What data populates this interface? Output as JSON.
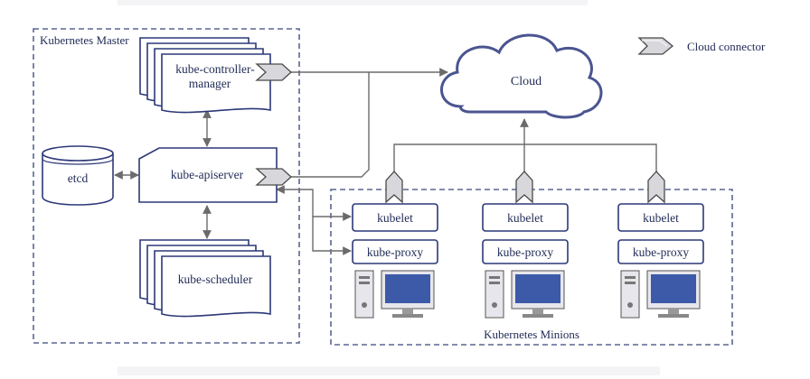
{
  "colors": {
    "ink": "#1f2a55",
    "dash": "#5a6690",
    "line": "#6b6b6b",
    "cloud_fill": "#ffffff",
    "cloud_stroke": "#4a5590",
    "monitor_screen": "#3c5aa8",
    "monitor_frame": "#e6e6ec"
  },
  "regions": {
    "master_label": "Kubernetes Master",
    "minions_label": "Kubernetes Minions"
  },
  "legend": {
    "connector_label": "Cloud connector",
    "icon": "cloud-connector-icon"
  },
  "components": {
    "controller_manager_line1": "kube-controller-",
    "controller_manager_line2": "manager",
    "apiserver": "kube-apiserver",
    "scheduler": "kube-scheduler",
    "etcd": "etcd",
    "cloud": "Cloud"
  },
  "minions": [
    {
      "kubelet": "kubelet",
      "proxy": "kube-proxy",
      "icon": "computer-icon"
    },
    {
      "kubelet": "kubelet",
      "proxy": "kube-proxy",
      "icon": "computer-icon"
    },
    {
      "kubelet": "kubelet",
      "proxy": "kube-proxy",
      "icon": "computer-icon"
    }
  ]
}
